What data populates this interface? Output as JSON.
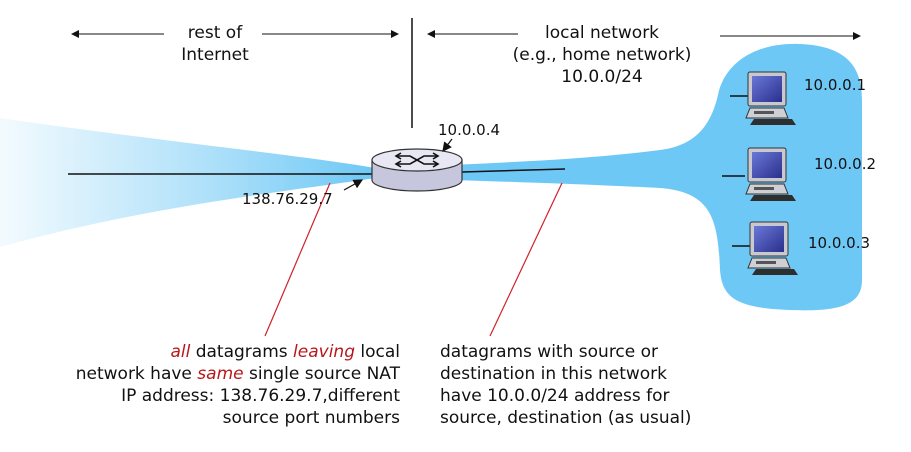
{
  "regions": {
    "rest_of_internet": [
      "rest of",
      "Internet"
    ],
    "local_network": [
      "local network",
      "(e.g., home network)",
      "10.0.0/24"
    ]
  },
  "router": {
    "lan_ip": "10.0.0.4",
    "wan_ip": "138.76.29.7"
  },
  "hosts": [
    {
      "ip": "10.0.0.1"
    },
    {
      "ip": "10.0.0.2"
    },
    {
      "ip": "10.0.0.3"
    }
  ],
  "notes": {
    "left": {
      "line1_em1": "all",
      "line1_t1": " datagrams ",
      "line1_em2": "leaving",
      "line1_t2": " local",
      "line2_t1": "network have ",
      "line2_em": "same",
      "line2_t2": " single source NAT",
      "line3": "IP address: 138.76.29.7,different",
      "line4": "source port numbers"
    },
    "right": [
      "datagrams with source or",
      "destination in this network",
      "have 10.0.0/24 address for",
      "source, destination (as usual)"
    ]
  },
  "colors": {
    "network_blue": "#6ec8f5",
    "highlight_red": "#b8181c",
    "pointer_red": "#d0202a"
  }
}
